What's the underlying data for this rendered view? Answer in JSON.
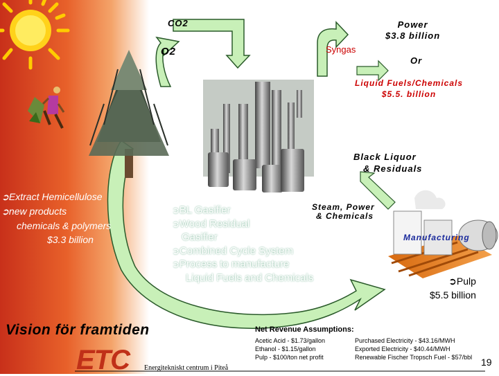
{
  "labels": {
    "co2": "CO2",
    "o2": "O2",
    "syngas": "Syngas",
    "power_line1": "Power",
    "power_line2": "$3.8 billion",
    "or": "Or",
    "liquid_line1": "Liquid Fuels/Chemicals",
    "liquid_line2": "$5.5. billion",
    "black_line1": "Black Liquor",
    "black_line2": "& Residuals",
    "steam_line1": "Steam, Power",
    "steam_line2": "& Chemicals",
    "manufacturing": "Manufacturing",
    "pulp_line1": "Pulp",
    "pulp_line2": "$5.5 billion"
  },
  "side_list": {
    "item1": "Extract Hemicellulose",
    "item2": "new products",
    "line3": "chemicals & polymers",
    "line4": "$3.3 billion"
  },
  "center_list": {
    "item1": "BL Gasifier",
    "item2a": "Wood Residual",
    "item2b": "Gasifier",
    "item3": "Combined Cycle System",
    "item4a": "Process to manufacture",
    "item4b": "Liquid Fuels and Chemicals"
  },
  "bullet_glyph": "➲",
  "footer": {
    "vision": "Vision för framtiden",
    "logo": "ETC",
    "center_name": "Energitekniskt centrum i Piteå",
    "page_number": "19"
  },
  "revenue": {
    "heading": "Net Revenue Assumptions:",
    "col1": [
      "Acetic Acid - $1.73/gallon",
      "Ethanol - $1.15/gallon",
      "Pulp - $100/ton net profit"
    ],
    "col2": [
      "Purchased Electricity - $43.16/MWH",
      "Exported Electricity - $40.44/MWH",
      "Renewable Fischer Tropsch Fuel - $57/bbl"
    ]
  },
  "colors": {
    "sidebar_red": "#c8301a",
    "arrow_fill": "#c8f0b8",
    "arrow_stroke": "#2a5a2a",
    "accent_red": "#cc0000",
    "manufacturing_blue": "#1a2a9c"
  }
}
